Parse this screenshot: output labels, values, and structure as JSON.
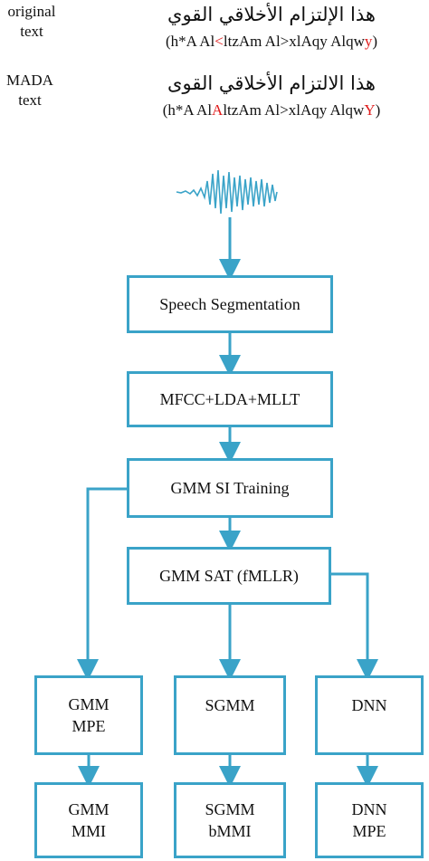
{
  "header": {
    "original_label_line1": "original",
    "original_label_line2": "text",
    "mada_label_line1": "MADA",
    "mada_label_line2": "text",
    "original_arabic": "هذا الإلتزام الأخلاقي القوي",
    "original_translit_a": "(h*A Al",
    "original_translit_red1": "<",
    "original_translit_b": "ltzAm Al>xlAqy Alqw",
    "original_translit_red2": "y",
    "original_translit_c": ")",
    "mada_arabic": "هذا الالتزام الأخلاقي القوى",
    "mada_translit_a": "(h*A Al",
    "mada_translit_red1": "A",
    "mada_translit_b": "ltzAm Al>xlAqy Alqw",
    "mada_translit_red2": "Y",
    "mada_translit_c": ")"
  },
  "flow": {
    "speech_segmentation": "Speech Segmentation",
    "features": "MFCC+LDA+MLLT",
    "gmm_si": "GMM SI Training",
    "gmm_sat": "GMM SAT (fMLLR)",
    "gmm_mpe_l1": "GMM",
    "gmm_mpe_l2": "MPE",
    "sgmm": "SGMM",
    "dnn": "DNN",
    "gmm_mmi_l1": "GMM",
    "gmm_mmi_l2": "MMI",
    "sgmm_bmmi_l1": "SGMM",
    "sgmm_bmmi_l2": "bMMI",
    "dnn_mpe_l1": "DNN",
    "dnn_mpe_l2": "MPE"
  },
  "colors": {
    "box_border": "#3aa3c8",
    "arrow": "#3aa3c8",
    "highlight": "#e01b1b"
  }
}
